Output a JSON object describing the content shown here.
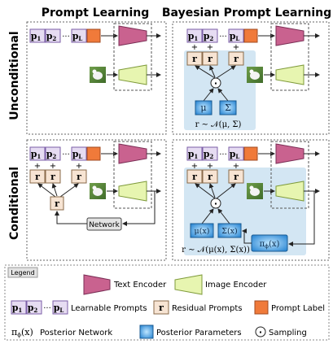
{
  "headers": {
    "col1": "Prompt Learning",
    "col2": "Bayesian Prompt Learning",
    "row1": "Unconditional",
    "row2": "Conditional"
  },
  "tokens": {
    "p1": "p",
    "p1_sub": "1",
    "p2": "p",
    "p2_sub": "2",
    "dots": "···",
    "pL": "p",
    "pL_sub": "L",
    "r": "r"
  },
  "symbols": {
    "plus": "+",
    "sampling": "·",
    "mu": "μ",
    "sigma": "Σ",
    "mu_x": "μ(x)",
    "sigma_x": "Σ(x)",
    "pi": "π",
    "pi_sub": "ϕ",
    "pi_arg": "(x)"
  },
  "formulas": {
    "uncond": "r ∼ 𝒩(μ, Σ)",
    "cond": "r ∼ 𝒩(μ(x), Σ(x))"
  },
  "network_label": "Network",
  "legend": {
    "title": "Legend",
    "text_encoder": "Text Encoder",
    "image_encoder": "Image Encoder",
    "learnable_prompts": "Learnable Prompts",
    "residual_prompts": "Residual Prompts",
    "prompt_label": "Prompt Label",
    "posterior_network": "Posterior Network",
    "posterior_parameters": "Posterior Parameters",
    "sampling": "Sampling"
  },
  "colors": {
    "token_fill": "#e6dcf2",
    "token_stroke": "#7b5ea7",
    "residual_fill": "#f7e4d3",
    "prompt_label": "#f07a3a",
    "text_encoder": "#c9628f",
    "image_encoder": "#e7f5b0",
    "bayes_bg": "#d3e6f3",
    "posterior_param": "#2e90d8",
    "network_fill": "#e3e3e3"
  },
  "icons": {
    "image": "dog-image-thumbnail"
  }
}
